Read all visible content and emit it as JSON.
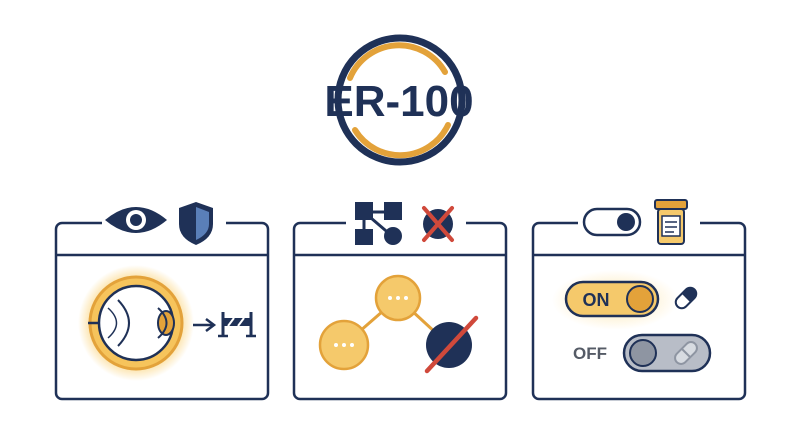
{
  "logo": {
    "text": "ER-100"
  },
  "panels": {
    "vision": {
      "eye_icon": "eye-icon",
      "shield_icon": "shield-icon",
      "barrier_icon": "barrier-icon"
    },
    "network": {
      "graph_icon": "network-graph-icon",
      "blocked_icon": "blocked-node-icon"
    },
    "switch": {
      "on_label": "ON",
      "off_label": "OFF",
      "toggle_icon": "toggle-icon",
      "pill_bottle_icon": "pill-bottle-icon",
      "capsule_icon": "capsule-icon"
    }
  },
  "colors": {
    "navy": "#1f3157",
    "orange": "#e3a23a",
    "orange_light": "#f5c96b",
    "red": "#d0493b",
    "gray": "#9aa1ad"
  }
}
